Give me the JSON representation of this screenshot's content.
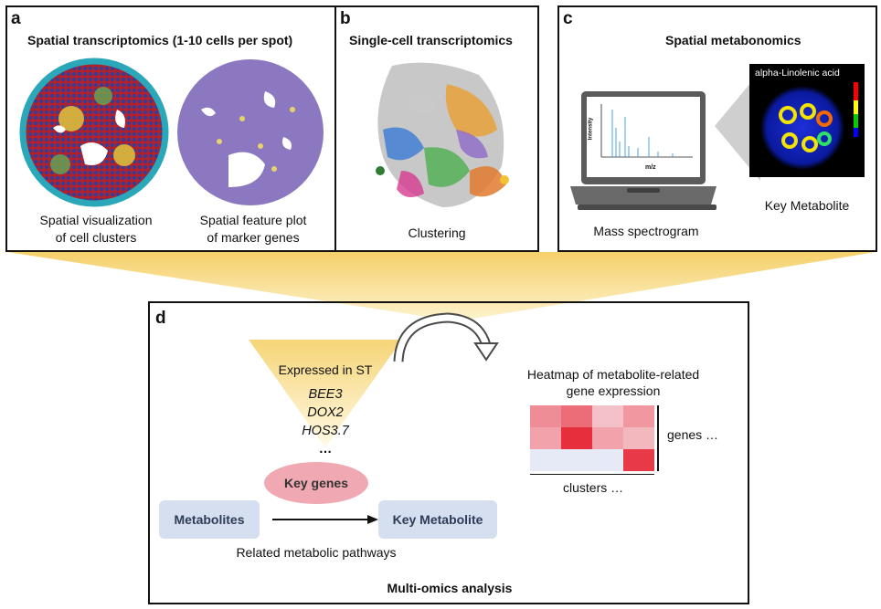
{
  "panel_a": {
    "letter": "a",
    "title": "Spatial transcriptomics (1-10 cells per spot)",
    "caption_left_line1": "Spatial visualization",
    "caption_left_line2": "of cell clusters",
    "caption_right_line1": "Spatial feature plot",
    "caption_right_line2": "of marker genes"
  },
  "panel_b": {
    "letter": "b",
    "title": "Single-cell transcriptomics",
    "caption": "Clustering"
  },
  "panel_c": {
    "letter": "c",
    "title": "Spatial metabonomics",
    "spectrum_ylabel": "Intensity",
    "spectrum_xlabel": "m/z",
    "caption_laptop": "Mass spectrogram",
    "image_label": "alpha-Linolenic acid",
    "caption_image": "Key Metabolite"
  },
  "panel_d": {
    "letter": "d",
    "expressed_label": "Expressed in ST",
    "genes": [
      "BEE3",
      "DOX2",
      "HOS3.7",
      "…"
    ],
    "key_genes": "Key genes",
    "metabolites": "Metabolites",
    "key_metabolite": "Key Metabolite",
    "pathways": "Related metabolic pathways",
    "heatmap_title_line1": "Heatmap of metabolite-related",
    "heatmap_title_line2": "gene expression",
    "heatmap_rows_label": "genes …",
    "heatmap_cols_label": "clusters …",
    "heatmap_values": [
      [
        0.45,
        0.6,
        0.2,
        0.4
      ],
      [
        0.35,
        0.9,
        0.35,
        0.25
      ],
      [
        0.1,
        0.05,
        0.15,
        0.85
      ]
    ],
    "footer": "Multi-omics analysis"
  },
  "colors": {
    "funnel": "#f7d98a",
    "pill": "#d5dff0",
    "key_genes_fill": "#f0a9b2",
    "heat_max": "#e3202a",
    "tissue_purple": "#8c78c0"
  }
}
